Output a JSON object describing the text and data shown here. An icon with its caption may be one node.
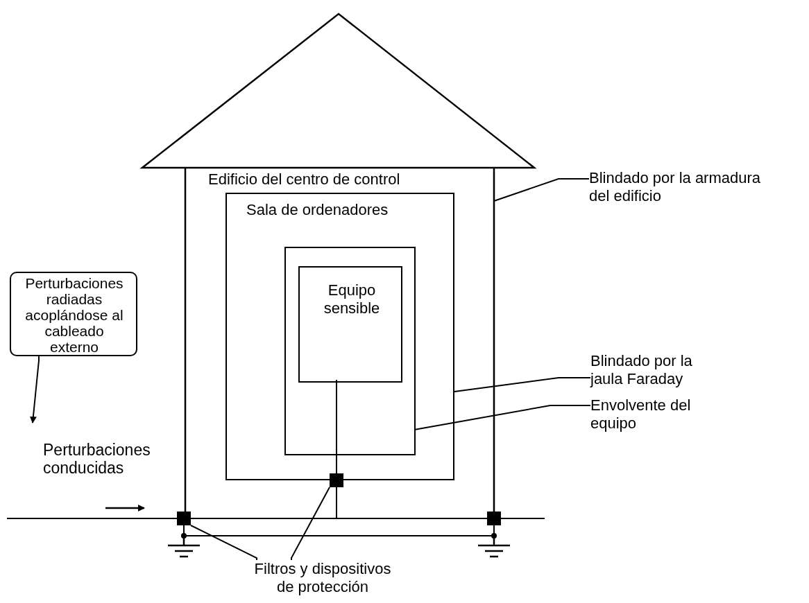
{
  "diagram": {
    "nodes": [
      {
        "text": [
          "Edificio del centro de control"
        ]
      },
      {
        "text": [
          "Sala de ordenadores"
        ],
        "in": 0
      },
      {
        "text": [],
        "shape": "box",
        "in": 1
      },
      {
        "text": [
          "Equipo sensible"
        ],
        "in": 2
      },
      {
        "text": [
          "Blindado por la armadura del edificio"
        ]
      },
      {
        "text": [
          "Blindado por la jaula Faraday"
        ]
      },
      {
        "text": [
          "Envolvente del equipo"
        ]
      },
      {
        "text": [
          "Perturbaciones radiadas acoplándose al cableado externo"
        ]
      },
      {
        "text": [
          "Filtros y dispositivos de protección"
        ]
      },
      {
        "text": [],
        "shape": "box"
      },
      {
        "text": [],
        "shape": "box",
        "in": 0
      },
      {
        "text": [],
        "shape": "box"
      },
      {
        "text": [],
        "shape": "bar"
      }
    ],
    "edges": [
      {
        "from": 4,
        "to": 0,
        "arrow": "none"
      },
      {
        "from": 5,
        "to": 1,
        "arrow": "none"
      },
      {
        "from": 6,
        "to": 2,
        "arrow": "none"
      },
      {
        "from": 7,
        "to": null,
        "arrow": "to"
      },
      {
        "from": 8,
        "to": 9,
        "arrow": "none"
      },
      {
        "from": 8,
        "to": 10,
        "arrow": "none"
      },
      {
        "from": 3,
        "to": 10,
        "arrow": "none"
      },
      {
        "from": 10,
        "to": 12,
        "arrow": "none"
      },
      {
        "from": 9,
        "to": 11,
        "arrow": "none"
      }
    ],
    "labels": [
      "Perturbaciones conducidas"
    ]
  }
}
